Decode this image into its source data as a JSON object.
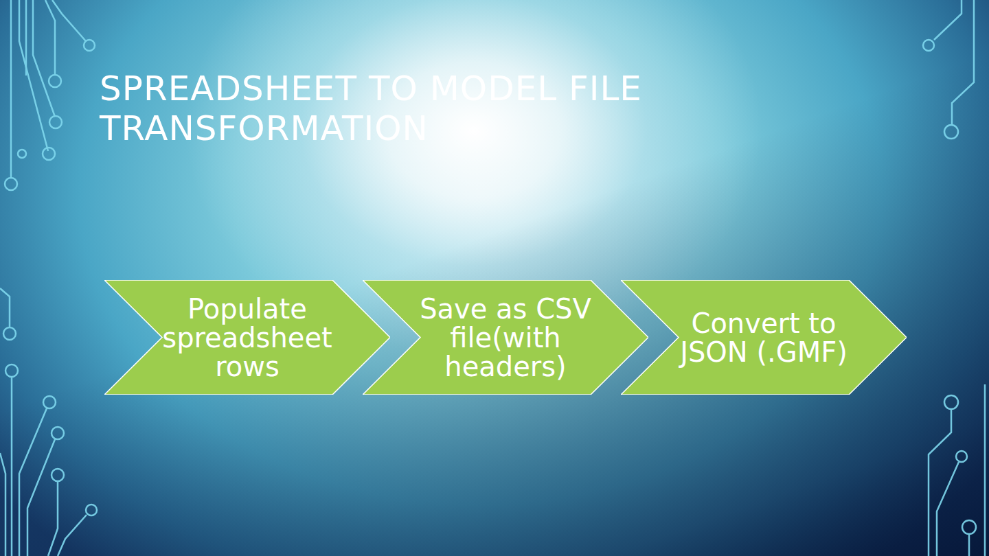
{
  "diagram": {
    "title": "SPREADSHEET TO MODEL FILE TRANSFORMATION",
    "nodes": [
      {
        "text": [
          "Populate spreadsheet rows"
        ]
      },
      {
        "text": [
          "Save as CSV file(with headers)"
        ]
      },
      {
        "text": [
          "Convert to JSON (.GMF)"
        ]
      }
    ]
  }
}
